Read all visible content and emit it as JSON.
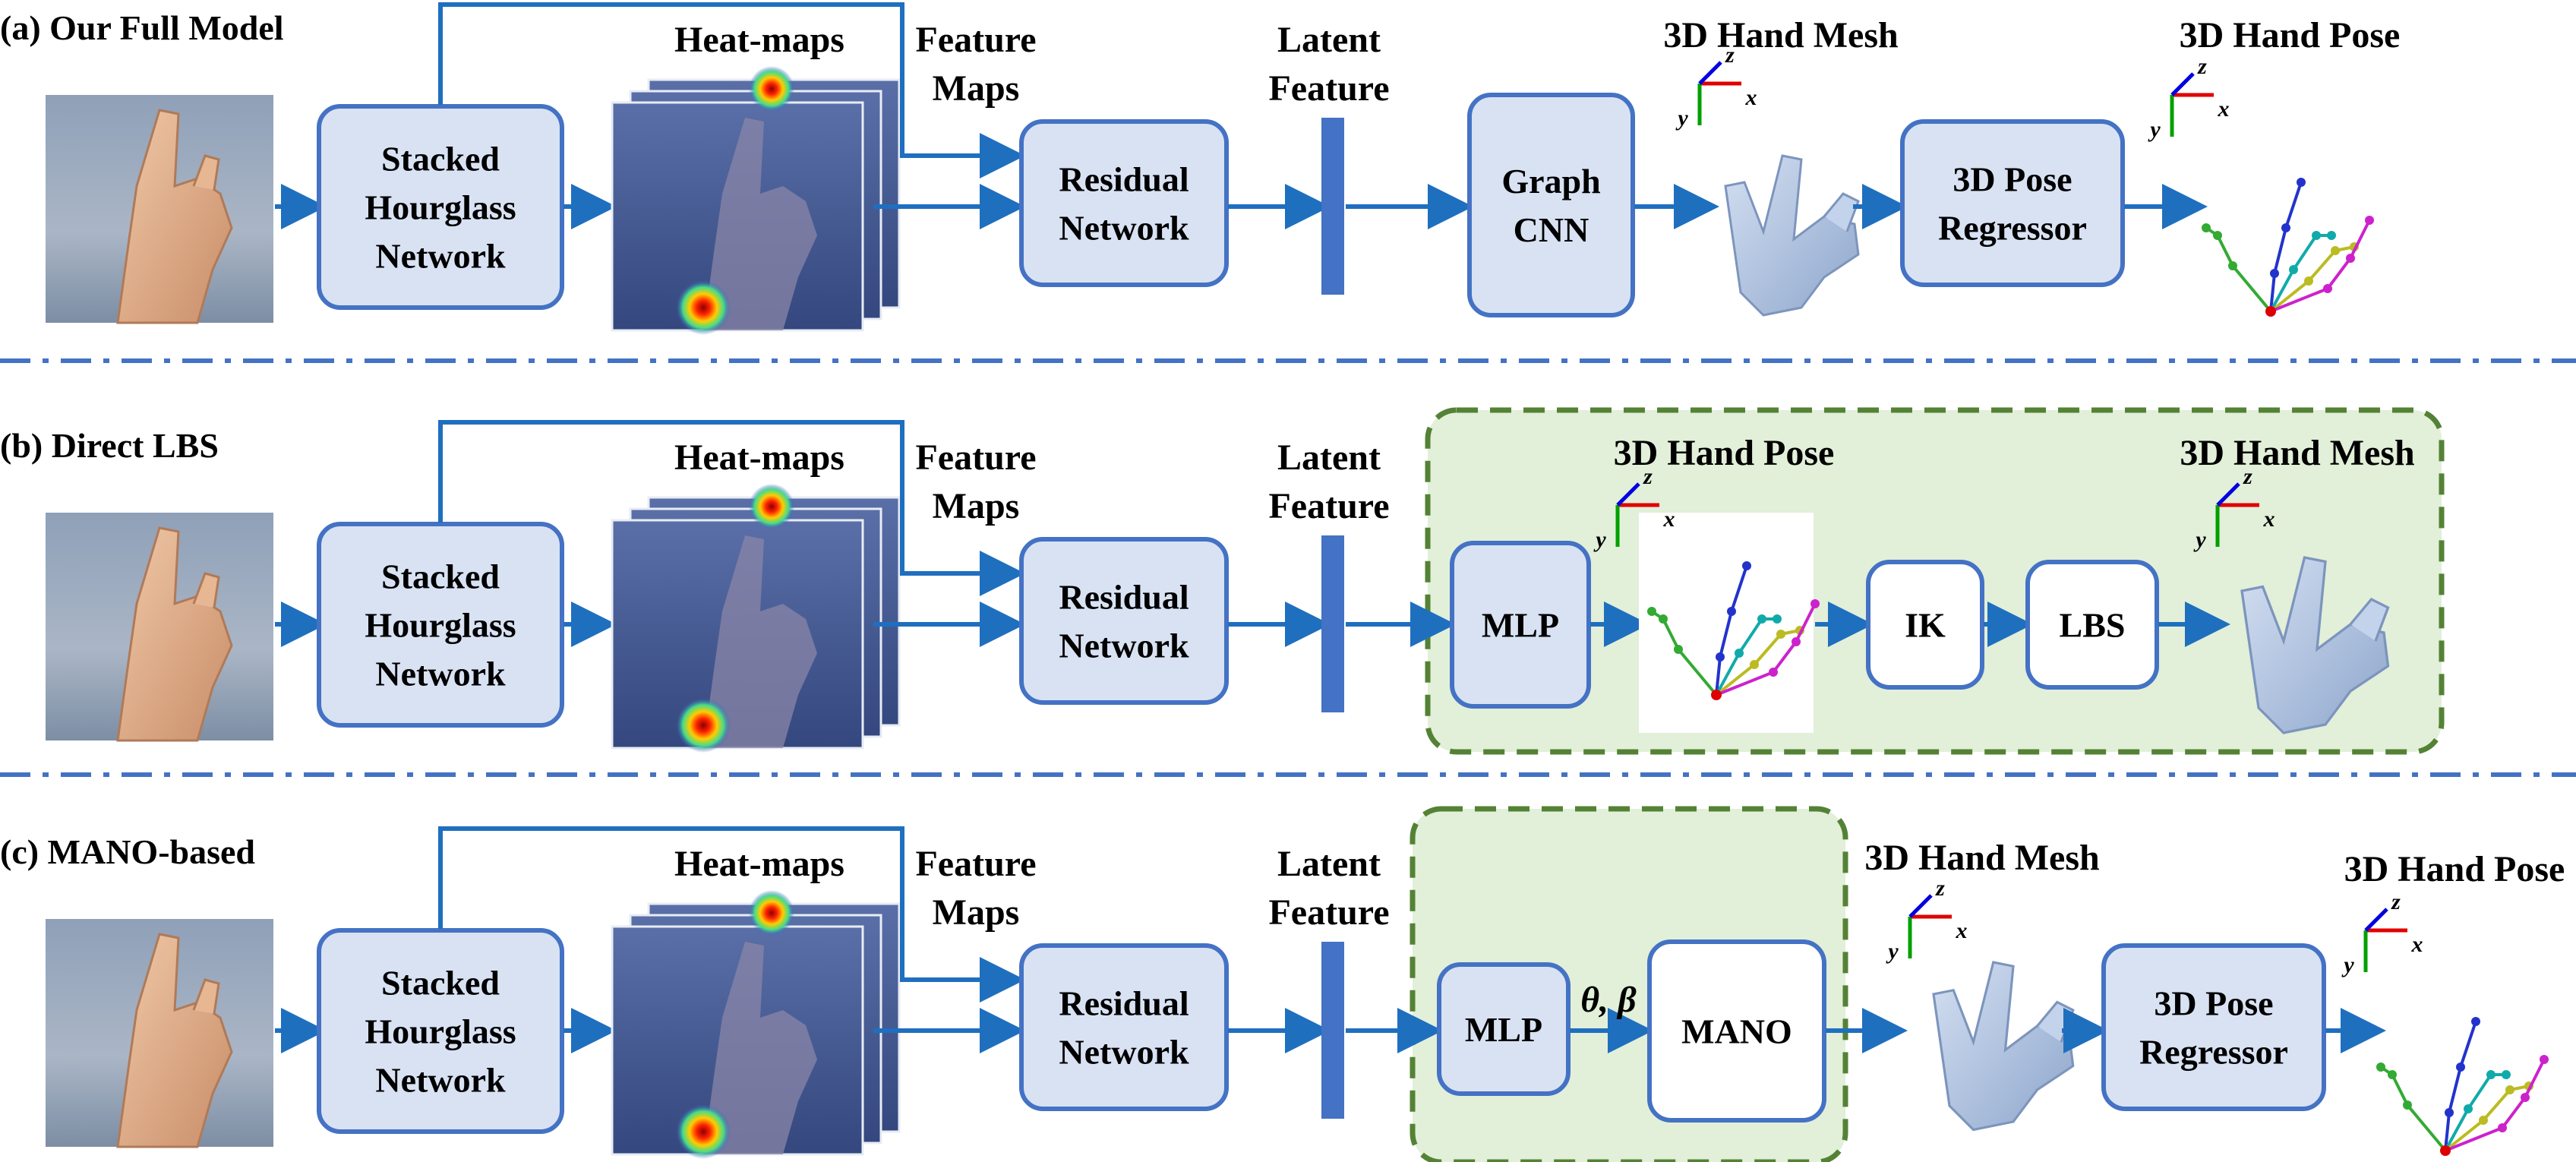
{
  "colors": {
    "arrow": "#1f6fbf",
    "box_fill": "#d9e2f3",
    "box_stroke": "#4472c4",
    "latent_bar": "#4472c4",
    "green_panel_fill": "#e2efd9",
    "green_panel_stroke": "#548235",
    "divider": "#4472c4",
    "mesh": "#b4c7e7"
  },
  "icons": {
    "photo": "hand-photo",
    "heatmap": "heatmap-stack",
    "mesh": "hand-mesh-3d",
    "pose": "hand-skeleton-3d",
    "axes": "xyz-axes"
  },
  "rows": [
    {
      "label": "(a) Our Full Model",
      "heatmaps": "Heat-maps",
      "feature_maps": [
        "Feature",
        "Maps"
      ],
      "hourglass": [
        "Stacked",
        "Hourglass",
        "Network"
      ],
      "residual": [
        "Residual",
        "Network"
      ],
      "latent": [
        "Latent",
        "Feature"
      ],
      "graph_cnn": [
        "Graph",
        "CNN"
      ],
      "mesh_title": "3D Hand Mesh",
      "regressor": [
        "3D Pose",
        "Regressor"
      ],
      "pose_title": "3D Hand Pose"
    },
    {
      "label": "(b) Direct LBS",
      "heatmaps": "Heat-maps",
      "feature_maps": [
        "Feature",
        "Maps"
      ],
      "hourglass": [
        "Stacked",
        "Hourglass",
        "Network"
      ],
      "residual": [
        "Residual",
        "Network"
      ],
      "latent": [
        "Latent",
        "Feature"
      ],
      "mlp": "MLP",
      "pose_title": "3D Hand Pose",
      "ik": "IK",
      "lbs": "LBS",
      "mesh_title": "3D Hand Mesh"
    },
    {
      "label": "(c) MANO-based",
      "heatmaps": "Heat-maps",
      "feature_maps": [
        "Feature",
        "Maps"
      ],
      "hourglass": [
        "Stacked",
        "Hourglass",
        "Network"
      ],
      "residual": [
        "Residual",
        "Network"
      ],
      "latent": [
        "Latent",
        "Feature"
      ],
      "mlp": "MLP",
      "params": "θ, β",
      "mano": "MANO",
      "mesh_title": "3D Hand Mesh",
      "regressor": [
        "3D Pose",
        "Regressor"
      ],
      "pose_title": "3D Hand Pose"
    }
  ],
  "axes": {
    "x": "x",
    "y": "y",
    "z": "z"
  }
}
